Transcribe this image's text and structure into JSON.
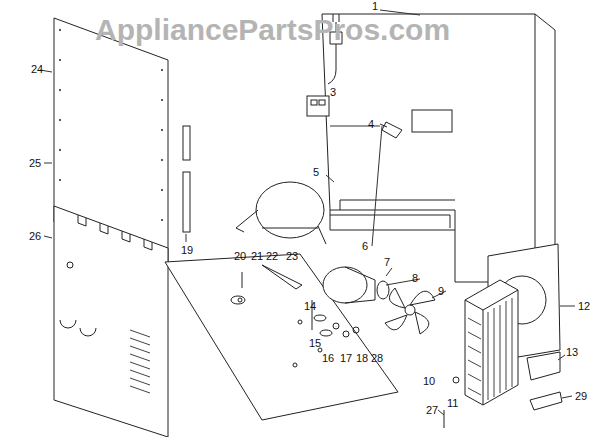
{
  "diagram": {
    "labels": [
      "AppliancePartsPros.com",
      "1",
      "3",
      "4",
      "5",
      "6",
      "7",
      "8",
      "9",
      "10",
      "11",
      "12",
      "13",
      "29",
      "27",
      "24",
      "25",
      "26",
      "19",
      "20",
      "21",
      "22",
      "23",
      "14",
      "15",
      "16",
      "17",
      "18",
      "28"
    ]
  }
}
